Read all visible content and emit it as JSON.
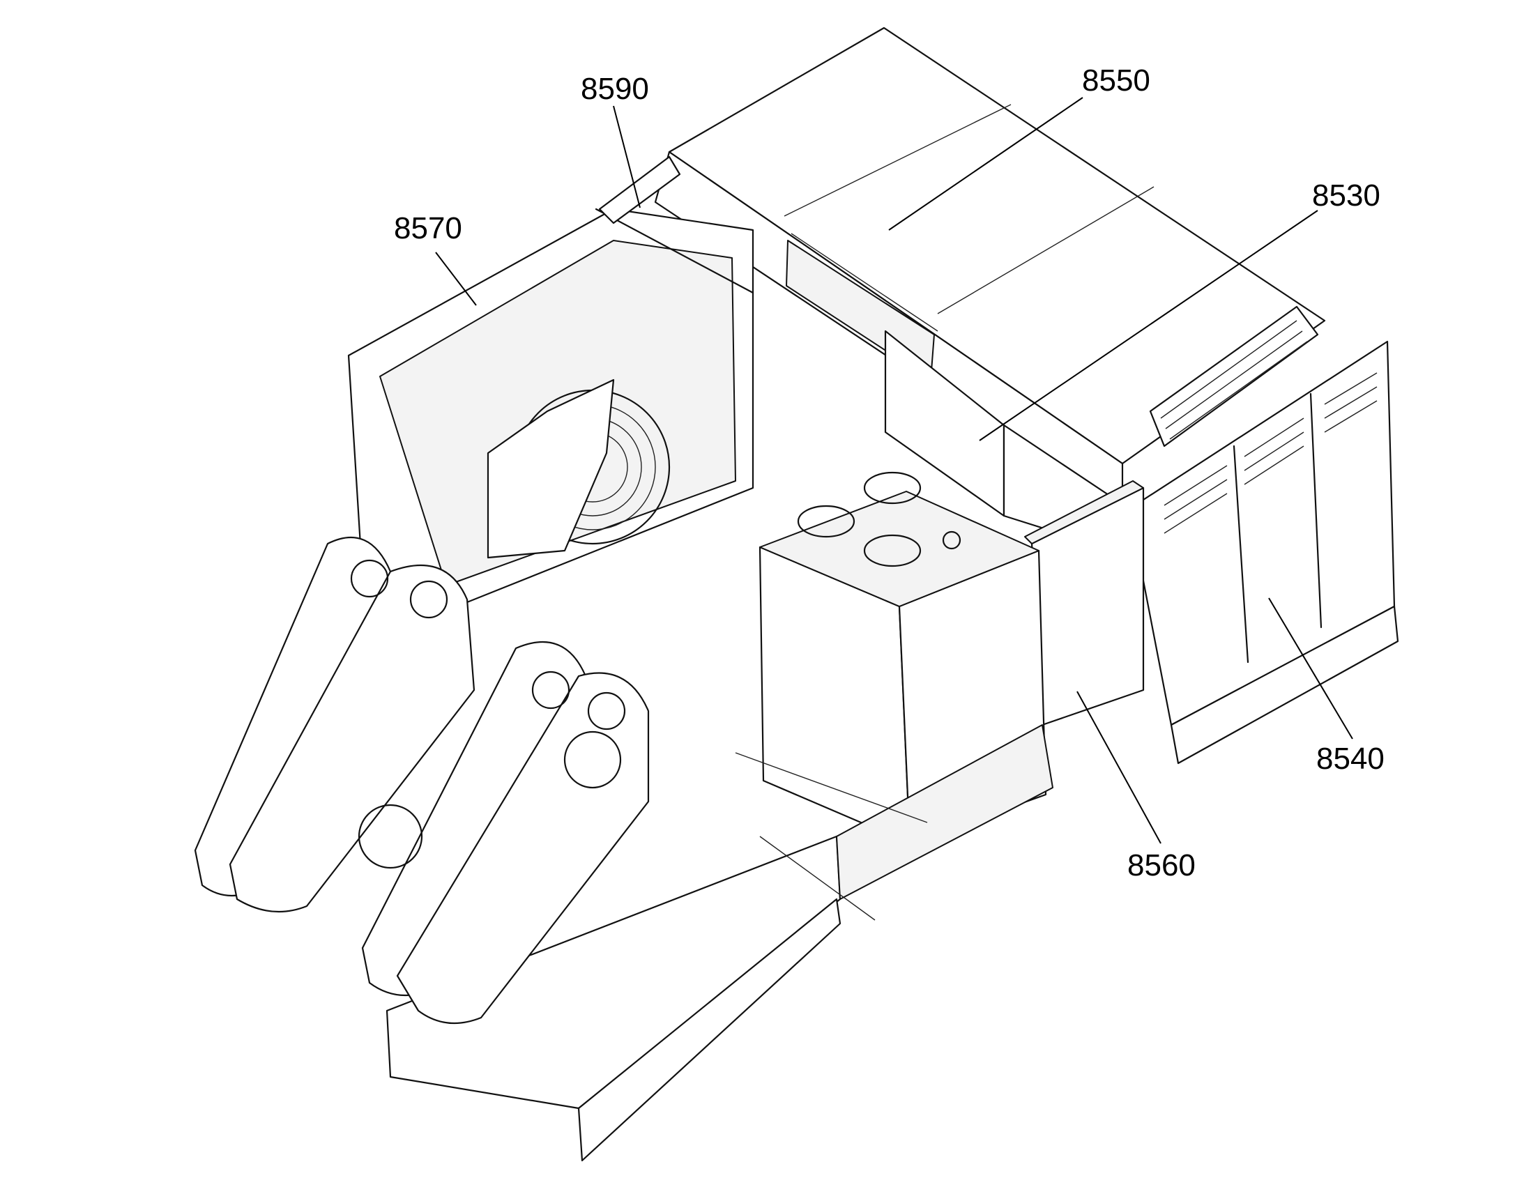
{
  "callouts": [
    {
      "id": "8590",
      "label": "8590"
    },
    {
      "id": "8550",
      "label": "8550"
    },
    {
      "id": "8530",
      "label": "8530"
    },
    {
      "id": "8570",
      "label": "8570"
    },
    {
      "id": "8540",
      "label": "8540"
    },
    {
      "id": "8560",
      "label": "8560"
    }
  ],
  "colors": {
    "line": "#111111",
    "background": "#ffffff"
  }
}
